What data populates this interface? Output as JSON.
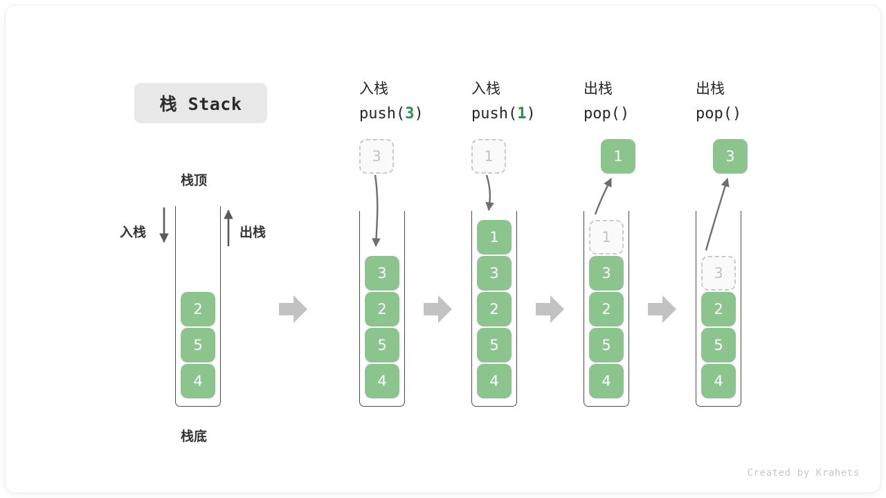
{
  "title_badge": {
    "text": "栈 Stack"
  },
  "footer": {
    "credit": "Created by Krahets"
  },
  "legend": {
    "top_label": "栈顶",
    "bottom_label": "栈底",
    "push_label": "入栈",
    "pop_label": "出栈"
  },
  "colors": {
    "cell_fill": "#8cc48e",
    "cell_text": "#ffffff",
    "ghost_fill": "#fafafa",
    "ghost_border": "#c9c9c9",
    "ghost_text": "#c2c2c2",
    "frame_border": "#4a4a4a",
    "arrow_gray": "#c0c0c0",
    "curve_arrow": "#6e6e6e",
    "badge_bg": "#e8e8e8",
    "accent_green": "#2e8b42"
  },
  "columns": [
    {
      "id": "initial",
      "caption_cn": "",
      "caption_code": "",
      "caption_arg": "",
      "cells": [
        "2",
        "5",
        "4"
      ],
      "ghost": null,
      "float_cell": null
    },
    {
      "id": "push-3",
      "caption_cn": "入栈",
      "caption_code_prefix": "push(",
      "caption_arg": "3",
      "caption_code_suffix": ")",
      "cells": [
        "3",
        "2",
        "5",
        "4"
      ],
      "ghost": {
        "value": "3",
        "position": "above"
      },
      "float_cell": null
    },
    {
      "id": "push-1",
      "caption_cn": "入栈",
      "caption_code_prefix": "push(",
      "caption_arg": "1",
      "caption_code_suffix": ")",
      "cells": [
        "1",
        "3",
        "2",
        "5",
        "4"
      ],
      "ghost": {
        "value": "1",
        "position": "above"
      },
      "float_cell": null
    },
    {
      "id": "pop-1",
      "caption_cn": "出栈",
      "caption_code_prefix": "pop(",
      "caption_arg": "",
      "caption_code_suffix": ")",
      "cells": [
        "3",
        "2",
        "5",
        "4"
      ],
      "ghost": {
        "value": "1",
        "position": "in-stack-top"
      },
      "float_cell": {
        "value": "1"
      }
    },
    {
      "id": "pop-3",
      "caption_cn": "出栈",
      "caption_code_prefix": "pop(",
      "caption_arg": "",
      "caption_code_suffix": ")",
      "cells": [
        "2",
        "5",
        "4"
      ],
      "ghost": {
        "value": "3",
        "position": "in-stack-top"
      },
      "float_cell": {
        "value": "3"
      }
    }
  ]
}
